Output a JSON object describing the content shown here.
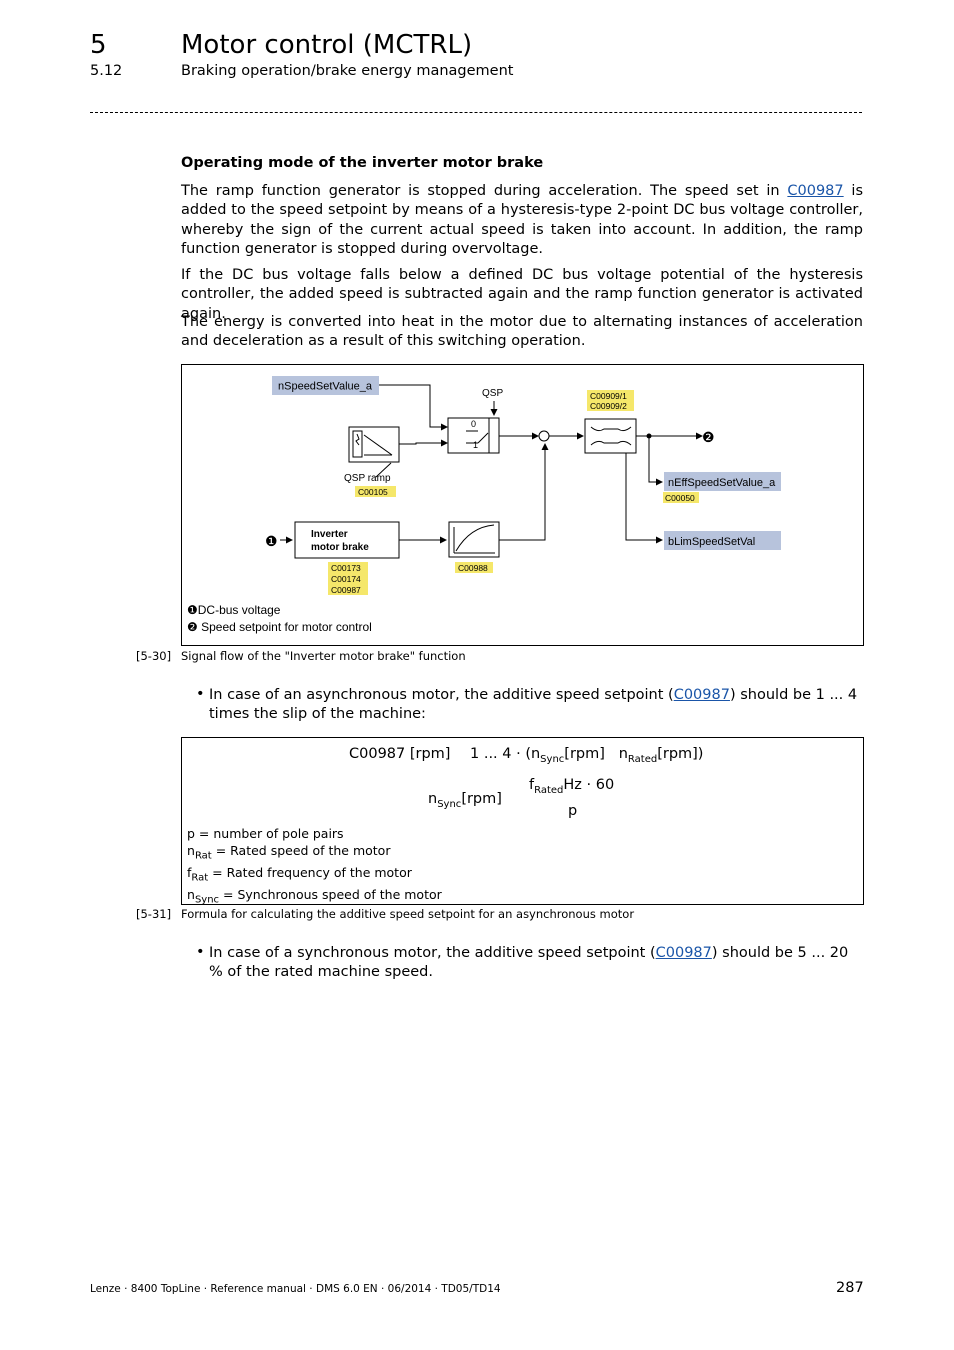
{
  "header": {
    "chapter_number": "5",
    "chapter_title": "Motor control (MCTRL)",
    "section_number": "5.12",
    "section_title": "Braking operation/brake energy management"
  },
  "heading": "Operating mode of the inverter motor brake",
  "para1": {
    "a": "The ramp function generator is stopped during acceleration. The speed set in ",
    "link": "C00987",
    "b": " is added to the speed setpoint by means of a hysteresis-type 2-point DC bus voltage controller, whereby the sign of the current actual speed is taken into account. In addition, the ramp function generator is stopped during overvoltage."
  },
  "para2": "If the DC bus voltage falls below a defined DC bus voltage potential of the hysteresis controller, the added speed is subtracted again and the ramp function generator is activated again.",
  "para3": "The energy is converted into heat in the motor due to alternating instances of acceleration and deceleration as a result of this switching operation.",
  "diagram": {
    "input_label": "nSpeedSetValue_a",
    "qsp_label": "QSP",
    "switch_0": "0",
    "switch_1": "1",
    "qsp_ramp_label": "QSP ramp",
    "qsp_ramp_code": "C00105",
    "limiter_code1": "C00909/1",
    "limiter_code2": "C00909/2",
    "out_label": "nEffSpeedSetValue_a",
    "out_code": "C00050",
    "blim_label": "bLimSpeedSetVal",
    "brake_label1": "Inverter",
    "brake_label2": "motor brake",
    "brake_code1": "C00173",
    "brake_code2": "C00174",
    "brake_code3": "C00987",
    "ramp_code": "C00988",
    "marker1": "❶",
    "marker2": "❷",
    "legend1": "❶DC-bus voltage",
    "legend2": "❷ Speed setpoint for motor control"
  },
  "caption1": {
    "num": "[5-30]",
    "text": "Signal flow of the \"Inverter motor brake\" function"
  },
  "bullet1": {
    "a": "In case of an asynchronous motor, the additive speed setpoint (",
    "link": "C00987",
    "b": ") should be 1 ... 4 times the slip of the machine:"
  },
  "formula": {
    "lhs": "C00987 [rpm]",
    "rhs_a": "1 ... 4 · (n",
    "rhs_sub1": "Sync",
    "rhs_b": "[rpm]",
    "rhs_c": "n",
    "rhs_sub2": "Rated",
    "rhs_d": "[rpm])",
    "lhs2_a": "n",
    "lhs2_sub": "Sync",
    "lhs2_b": "[rpm]",
    "num_a": "f",
    "num_sub": "Rated",
    "num_b": "Hz · 60",
    "den": "p",
    "legend": [
      {
        "a": "p = number of pole pairs",
        "sub": "",
        "b": ""
      },
      {
        "a": "n",
        "sub": "Rat",
        "b": " = Rated speed of the motor"
      },
      {
        "a": "f",
        "sub": "Rat",
        "b": " = Rated frequency of the motor"
      },
      {
        "a": "n",
        "sub": "Sync",
        "b": " = Synchronous speed of the motor"
      }
    ]
  },
  "caption2": {
    "num": "[5-31]",
    "text": "Formula for calculating the additive speed setpoint for an asynchronous motor"
  },
  "bullet2": {
    "a": "In case of a synchronous motor, the additive speed setpoint (",
    "link": "C00987",
    "b": ") should be 5 ... 20 % of the rated machine speed."
  },
  "bullet_symbol": "•",
  "footer": "Lenze · 8400 TopLine · Reference manual · DMS 6.0 EN · 06/2014 · TD05/TD14",
  "page_number": "287",
  "colors": {
    "signal_box": "#b7c3dc",
    "code_box": "#f5e76a",
    "link": "#1a55a8"
  }
}
